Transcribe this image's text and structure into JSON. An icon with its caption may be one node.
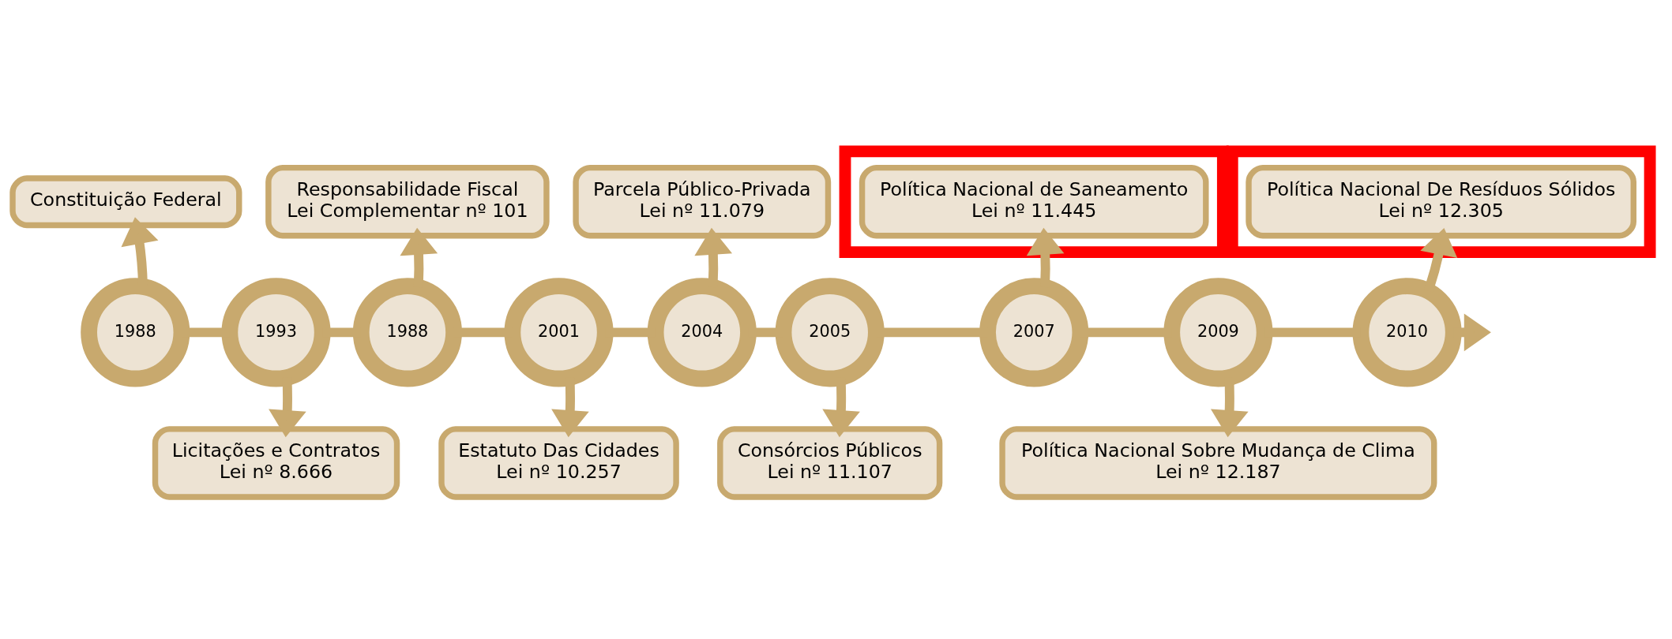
{
  "diagram": {
    "nodes": [
      {
        "text": [
          "Constituição Federal"
        ]
      },
      {
        "text": [
          "Responsabilidade Fiscal",
          "Lei Complementar nº 101"
        ]
      },
      {
        "text": [
          "Parcela Público-Privada",
          "Lei nº 11.079"
        ]
      },
      {
        "text": [],
        "shape": "box"
      },
      {
        "text": [
          "Política Nacional de Saneamento",
          "Lei nº 11.445"
        ],
        "in": 3
      },
      {
        "text": [],
        "shape": "box"
      },
      {
        "text": [
          "Política Nacional De Resíduos Sólidos",
          "Lei nº 12.305"
        ],
        "in": 5
      },
      {
        "text": [
          "1988"
        ]
      },
      {
        "text": [
          "1993"
        ]
      },
      {
        "text": [
          "1988"
        ]
      },
      {
        "text": [
          "2001"
        ]
      },
      {
        "text": [
          "2004"
        ]
      },
      {
        "text": [
          "2005"
        ]
      },
      {
        "text": [
          "2007"
        ]
      },
      {
        "text": [
          "2009"
        ]
      },
      {
        "text": [
          "2010"
        ]
      },
      {
        "text": [
          "Licitações e Contratos",
          "Lei nº 8.666"
        ]
      },
      {
        "text": [
          "Estatuto Das Cidades",
          "Lei nº 10.257"
        ]
      },
      {
        "text": [
          "Consórcios Públicos",
          "Lei nº 11.107"
        ]
      },
      {
        "text": [
          "Política Nacional Sobre Mudança de Clima",
          "Lei nº 12.187"
        ]
      }
    ],
    "edges": [
      {
        "from": 7,
        "to": 8,
        "arrow": "none"
      },
      {
        "from": 8,
        "to": 9,
        "arrow": "none"
      },
      {
        "from": 9,
        "to": 10,
        "arrow": "none"
      },
      {
        "from": 10,
        "to": 11,
        "arrow": "none"
      },
      {
        "from": 11,
        "to": 12,
        "arrow": "none"
      },
      {
        "from": 12,
        "to": 13,
        "arrow": "none"
      },
      {
        "from": 13,
        "to": 14,
        "arrow": "none"
      },
      {
        "from": 14,
        "to": 15,
        "arrow": "none"
      },
      {
        "from": 15,
        "to": null,
        "arrow": "to"
      },
      {
        "from": 7,
        "to": 0,
        "arrow": "to"
      },
      {
        "from": 8,
        "to": 16,
        "arrow": "to"
      },
      {
        "from": 9,
        "to": 1,
        "arrow": "to"
      },
      {
        "from": 10,
        "to": 17,
        "arrow": "to"
      },
      {
        "from": 11,
        "to": 2,
        "arrow": "to"
      },
      {
        "from": 12,
        "to": 18,
        "arrow": "to"
      },
      {
        "from": 13,
        "to": 4,
        "arrow": "to"
      },
      {
        "from": 14,
        "to": 19,
        "arrow": "to"
      },
      {
        "from": 15,
        "to": 6,
        "arrow": "to"
      }
    ]
  }
}
